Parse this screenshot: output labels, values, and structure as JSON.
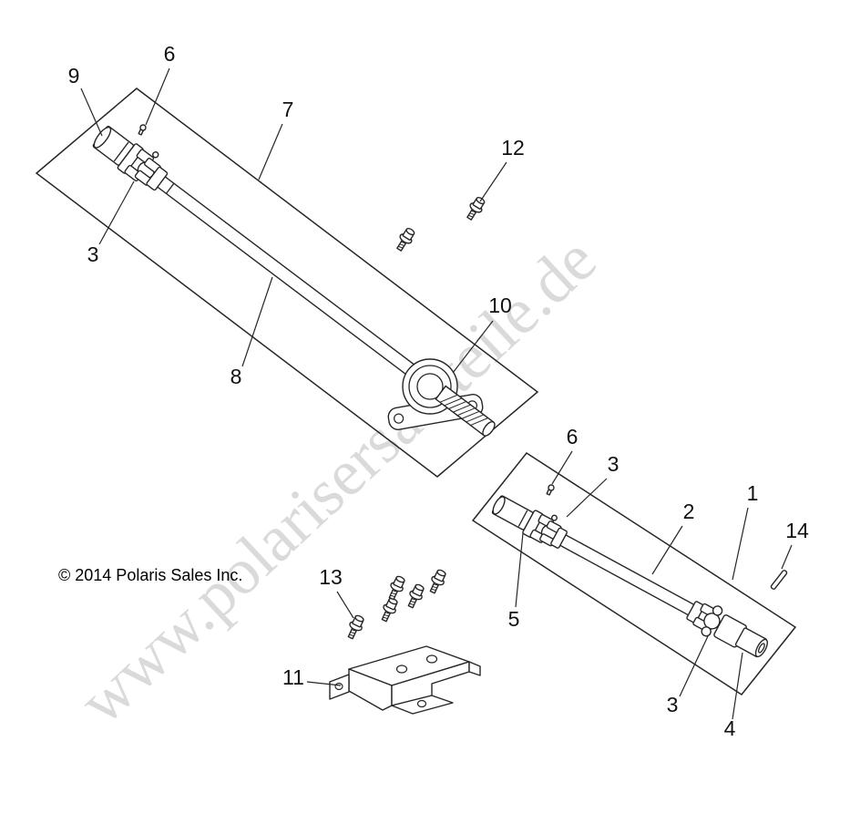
{
  "colors": {
    "background": "#ffffff",
    "line": "#262626",
    "watermark": "#d9d9d9",
    "text": "#111111"
  },
  "watermark": {
    "text": "www.polarisersatzteile.de"
  },
  "footer": {
    "copyright": "© 2014 Polaris Sales Inc."
  },
  "callouts": [
    {
      "label": "9"
    },
    {
      "label": "6"
    },
    {
      "label": "7"
    },
    {
      "label": "12"
    },
    {
      "label": "3"
    },
    {
      "label": "8"
    },
    {
      "label": "10"
    },
    {
      "label": "6"
    },
    {
      "label": "3"
    },
    {
      "label": "2"
    },
    {
      "label": "1"
    },
    {
      "label": "14"
    },
    {
      "label": "5"
    },
    {
      "label": "3"
    },
    {
      "label": "4"
    },
    {
      "label": "13"
    },
    {
      "label": "11"
    }
  ]
}
